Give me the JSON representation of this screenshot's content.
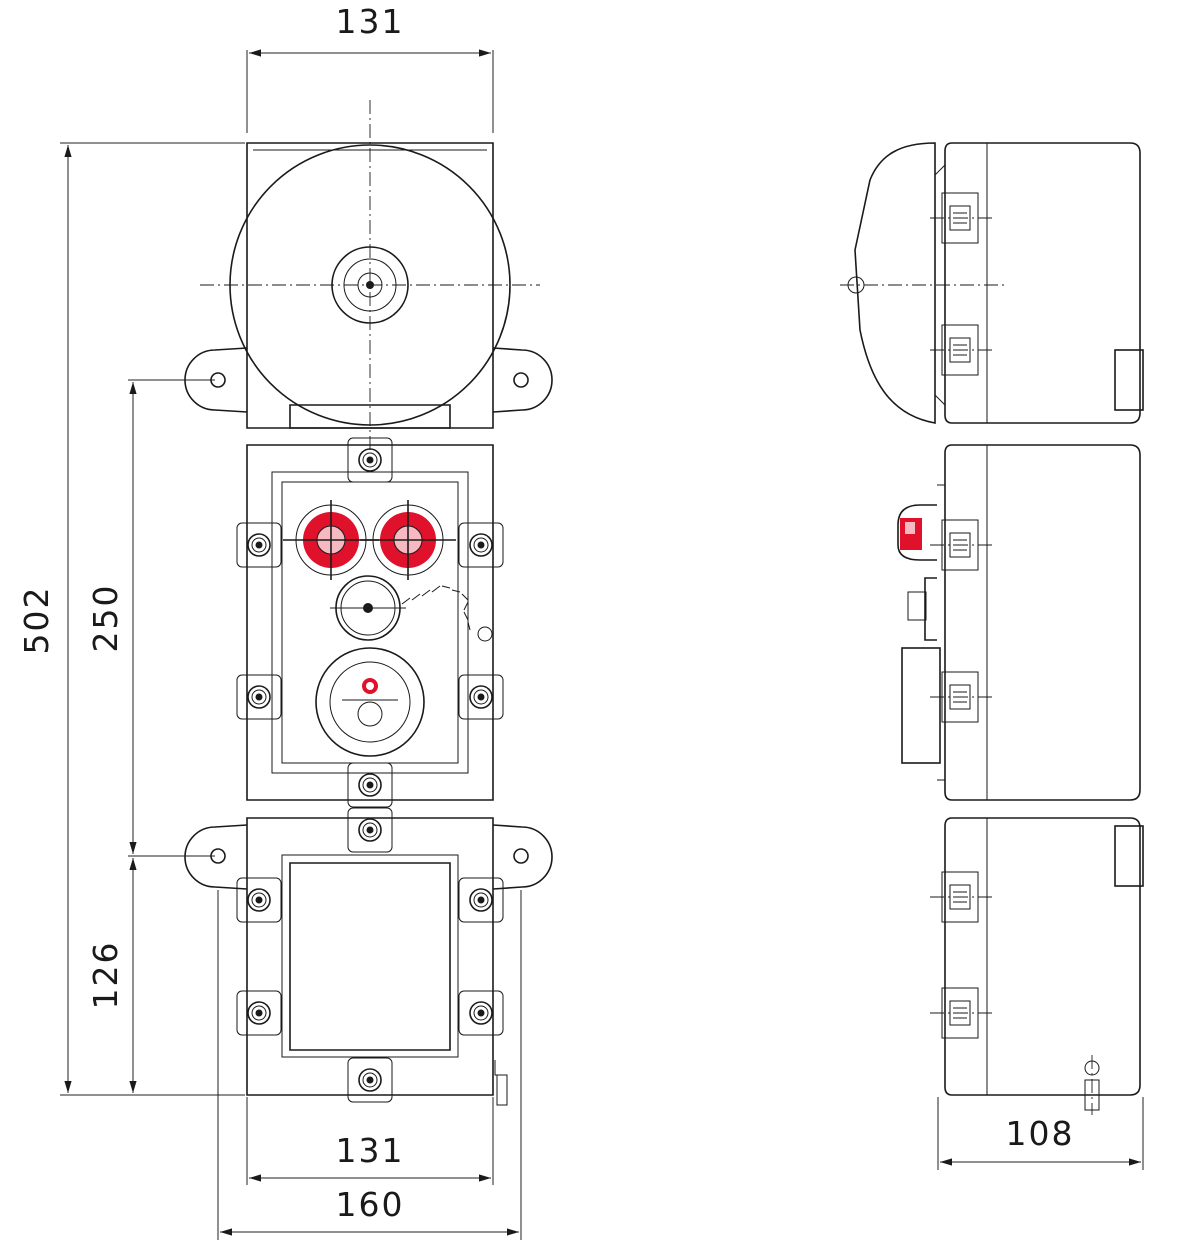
{
  "drawing": {
    "dimensions": {
      "top_width": "131",
      "total_height": "502",
      "mount_spacing_upper": "250",
      "mount_spacing_lower": "126",
      "bottom_width_body": "131",
      "bottom_width_overall": "160",
      "depth": "108"
    },
    "colors": {
      "line": "#1a1a1a",
      "button_red": "#e0112b",
      "button_pink": "#f6b9c1",
      "knurl": "#3a3a3a"
    }
  }
}
